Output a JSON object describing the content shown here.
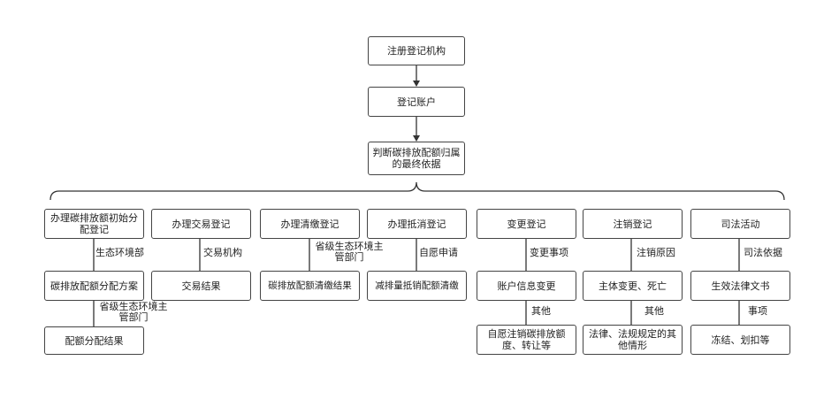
{
  "top_flow": {
    "register_institution": "注册登记机构",
    "register_account": "登记账户",
    "determine_ownership": "判断碳排放配额归属的最终依据"
  },
  "branches": [
    {
      "title": "办理碳排放额初始分配登记",
      "edge1": "生态环境部",
      "mid": "碳排放配额分配方案",
      "edge2": "省级生态环境主管部门",
      "result": "配额分配结果"
    },
    {
      "title": "办理交易登记",
      "edge1": "交易机构",
      "mid": "交易结果"
    },
    {
      "title": "办理清缴登记",
      "edge1": "省级生态环境主管部门",
      "mid": "碳排放配额清缴结果"
    },
    {
      "title": "办理抵消登记",
      "edge1": "自愿申请",
      "mid": "减排量抵销配额清缴"
    },
    {
      "title": "变更登记",
      "edge1": "变更事项",
      "mid": "账户信息变更",
      "edge2": "其他",
      "result": "自愿注销碳排放额度、转让等"
    },
    {
      "title": "注销登记",
      "edge1": "注销原因",
      "mid": "主体变更、死亡",
      "edge2": "其他",
      "result": "法律、法规规定的其他情形"
    },
    {
      "title": "司法活动",
      "edge1": "司法依据",
      "mid": "生效法律文书",
      "edge2": "事项",
      "result": "冻结、划扣等"
    }
  ]
}
